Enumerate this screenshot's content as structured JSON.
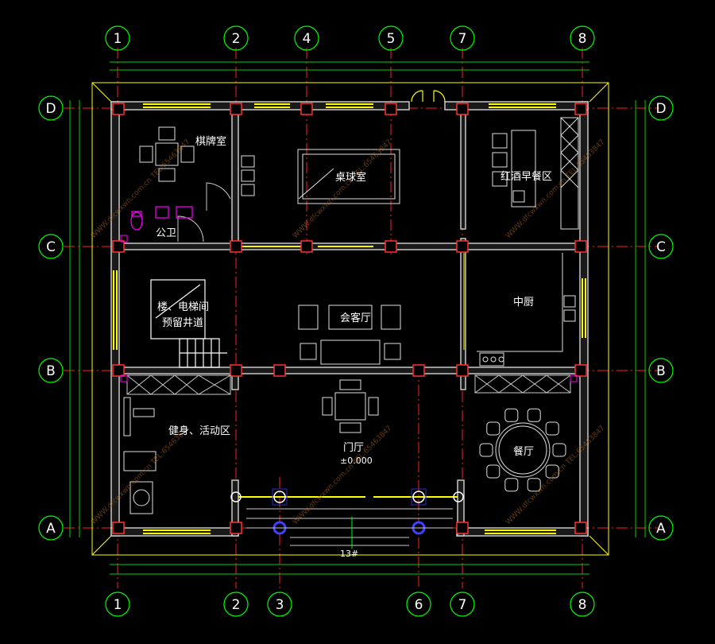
{
  "axes": {
    "top": [
      "1",
      "2",
      "4",
      "5",
      "7",
      "8"
    ],
    "bottom": [
      "1",
      "2",
      "3",
      "6",
      "7",
      "8"
    ],
    "left": [
      "D",
      "C",
      "B",
      "A"
    ],
    "right": [
      "D",
      "C",
      "B",
      "A"
    ]
  },
  "rooms": {
    "chess_room": "棋牌室",
    "billiard_room": "桌球室",
    "wine_breakfast": "红酒早餐区",
    "public_wc": "公卫",
    "stair_elevator_line1": "楼、电梯间",
    "stair_elevator_line2": "预留井道",
    "reception": "会客厅",
    "chinese_kitchen": "中厨",
    "gym_activity": "健身、活动区",
    "foyer": "门厅",
    "dining": "餐厅"
  },
  "elevation": "±0.000",
  "stair_dim": "13#",
  "watermark": "WWW.dfcwxwn.com.cn TEL:65463847",
  "colors": {
    "axis": "#00ff00",
    "axis_line": "#ff2020",
    "wall": "#c8c8c8",
    "window": "#ffff00",
    "furniture": "#e0e0e0",
    "sanitary": "#ff00ff",
    "column": "#ff3030"
  }
}
